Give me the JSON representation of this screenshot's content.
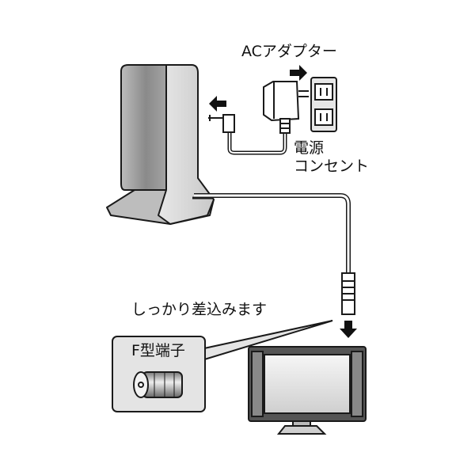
{
  "labels": {
    "ac_adapter": "ACアダプター",
    "outlet_line1": "電源",
    "outlet_line2": "コンセント",
    "insert_firmly": "しっかり差込みます",
    "f_connector": "F型端子"
  },
  "colors": {
    "stroke": "#1a1a1a",
    "gray_dark": "#8c8c8c",
    "gray_light": "#d9d9d9",
    "arrow": "#111111"
  }
}
